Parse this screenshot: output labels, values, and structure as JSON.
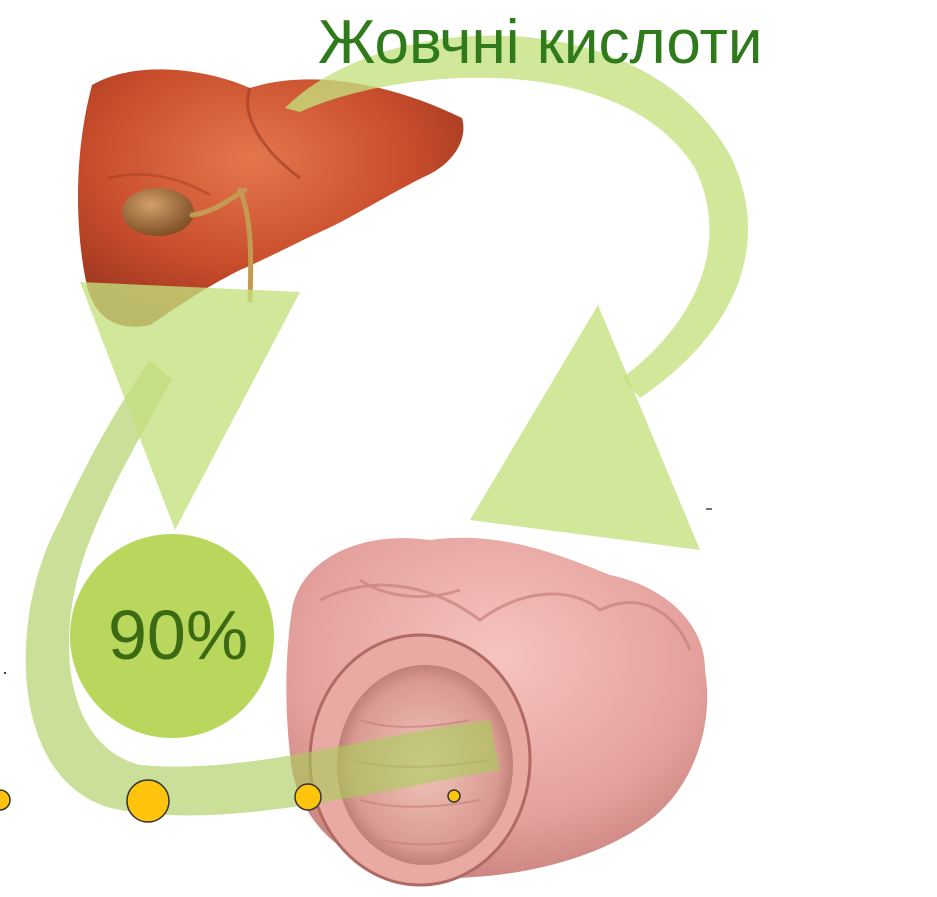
{
  "title": "Жовчні кислоти",
  "percentage": "90%",
  "organs": [
    "liver",
    "intestine"
  ],
  "colors": {
    "title": "#2f7a1a",
    "arrow": "#c4e07e",
    "percent_circle": "#b8d75c",
    "percent_text": "#3c6a12",
    "dots": "#ffc40b"
  }
}
